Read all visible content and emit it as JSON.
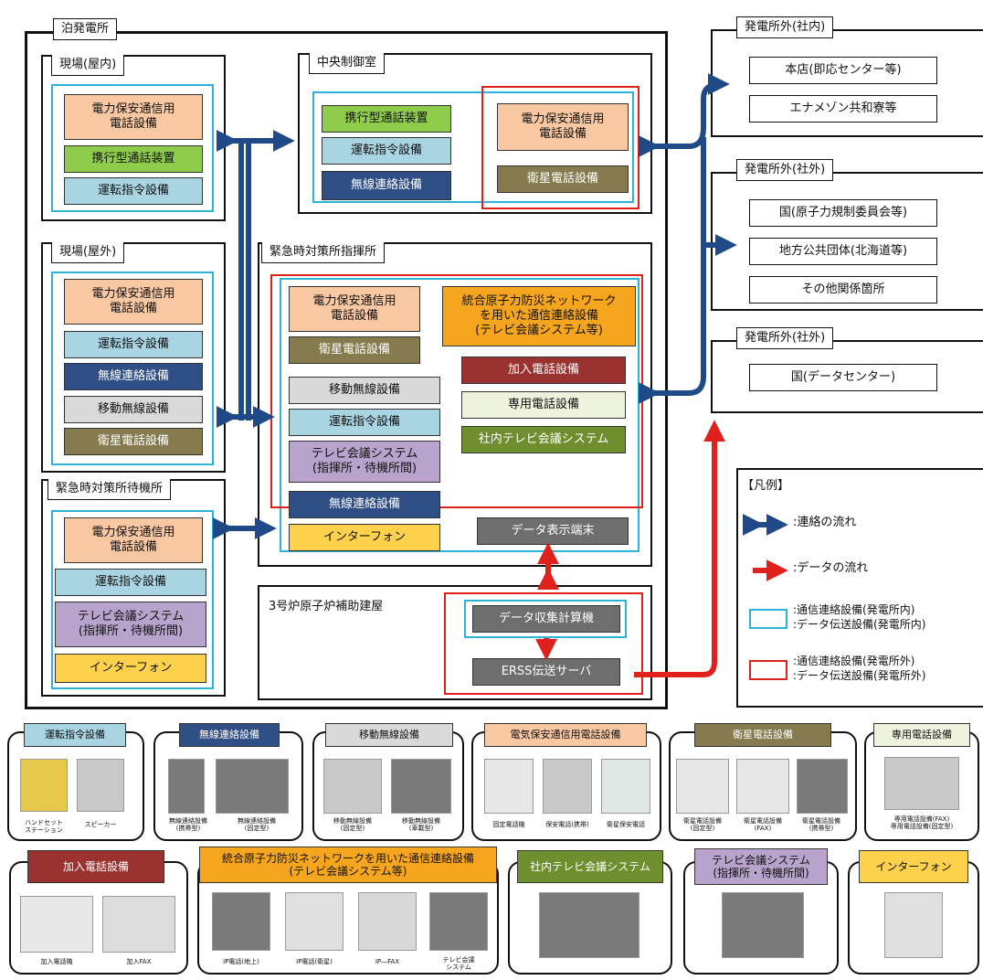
{
  "plant": {
    "title": "泊発電所",
    "indoor": {
      "title": "現場(屋内)",
      "items": [
        "電力保安通信用\n電話設備",
        "携行型通話装置",
        "運転指令設備"
      ]
    },
    "outdoor": {
      "title": "現場(屋外)",
      "items": [
        "電力保安通信用\n電話設備",
        "運転指令設備",
        "無線連絡設備",
        "移動無線設備",
        "衛星電話設備"
      ]
    },
    "standby": {
      "title": "緊急時対策所待機所",
      "items": [
        "電力保安通信用\n電話設備",
        "運転指令設備",
        "テレビ会議システム\n(指揮所・待機所間)",
        "インターフォン"
      ]
    },
    "control": {
      "title": "中央制御室",
      "items": [
        "携行型通話装置",
        "運転指令設備",
        "無線連絡設備",
        "電力保安通信用\n電話設備",
        "衛星電話設備"
      ]
    },
    "command": {
      "title": "緊急時対策所指揮所",
      "items": [
        "電力保安通信用\n電話設備",
        "衛星電話設備",
        "統合原子力防災ネットワーク\nを用いた通信連絡設備\n(テレビ会議システム等)",
        "加入電話設備",
        "専用電話設備",
        "社内テレビ会議システム",
        "移動無線設備",
        "運転指令設備",
        "テレビ会議システム\n(指揮所・待機所間)",
        "無線連絡設備",
        "インターフォン",
        "データ表示端末"
      ]
    },
    "aux": {
      "title": "3号炉原子炉補助建屋",
      "items": [
        "データ収集計算機",
        "ERSS伝送サーバ"
      ]
    }
  },
  "external": [
    {
      "title": "発電所外(社内)",
      "items": [
        "本店(即応センター等)",
        "エナメゾン共和寮等"
      ]
    },
    {
      "title": "発電所外(社外)",
      "items": [
        "国(原子力規制委員会等)",
        "地方公共団体(北海道等)",
        "その他関係箇所"
      ]
    },
    {
      "title": "発電所外(社外)",
      "items": [
        "国(データセンター)"
      ]
    }
  ],
  "legend": {
    "title": "【凡例】",
    "contact_flow": ":連絡の流れ",
    "data_flow": ":データの流れ",
    "inside": ":通信連絡設備(発電所内)\n:データ伝送設備(発電所内)",
    "outside": ":通信連絡設備(発電所外)\n:データ伝送設備(発電所外)"
  },
  "panels_row1": [
    {
      "title": "運転指令設備",
      "captions": [
        "ハンドセット\nステーション",
        "スピーカー"
      ]
    },
    {
      "title": "無線連絡設備",
      "captions": [
        "無線連絡設備\n(携帯型)",
        "無線連絡設備\n(固定型)"
      ]
    },
    {
      "title": "移動無線設備",
      "captions": [
        "移動無線設備\n(固定型)",
        "移動無線設備\n(車載型)"
      ]
    },
    {
      "title": "電気保安通信用電話設備",
      "captions": [
        "固定電話機",
        "保安電話(携帯)",
        "衛星保安電話"
      ]
    },
    {
      "title": "衛星電話設備",
      "captions": [
        "衛星電話設備\n(固定型)",
        "衛星電話設備\n(FAX)",
        "衛星電話設備\n(携帯型)"
      ]
    },
    {
      "title": "専用電話設備",
      "captions": [
        "専用電話設備(FAX)\n専用電話設備(固定型)"
      ]
    }
  ],
  "panels_row2": [
    {
      "title": "加入電話設備",
      "captions": [
        "加入電話機",
        "加入FAX"
      ]
    },
    {
      "title": "統合原子力防災ネットワークを用いた通信連絡設備\n(テレビ会議システム等)",
      "captions": [
        "IP電話(地上)",
        "IP電話(衛星)",
        "IP―FAX",
        "テレビ会議\nシステム"
      ]
    },
    {
      "title": "社内テレビ会議システム",
      "captions": []
    },
    {
      "title": "テレビ会議システム\n(指揮所・待機所間)",
      "captions": []
    },
    {
      "title": "インターフォン",
      "captions": []
    }
  ],
  "colors": {
    "blue_arrow": "#1f4a87",
    "red_arrow": "#e0201b",
    "cyan": "#2db3da",
    "red": "#e0201b"
  }
}
